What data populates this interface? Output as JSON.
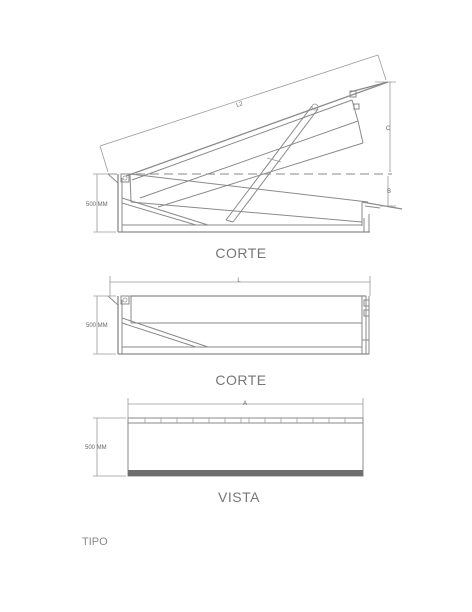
{
  "section1": {
    "caption": "CORTE",
    "dim_length": "L2",
    "dim_height": "500 MM",
    "dim_lift": "C",
    "dim_drop": "B"
  },
  "section2": {
    "caption": "CORTE",
    "dim_length": "L",
    "dim_height": "500 MM"
  },
  "view": {
    "caption": "VISTA",
    "dim_width": "A",
    "dim_height": "500 MM"
  },
  "footer": {
    "label": "TIPO"
  }
}
